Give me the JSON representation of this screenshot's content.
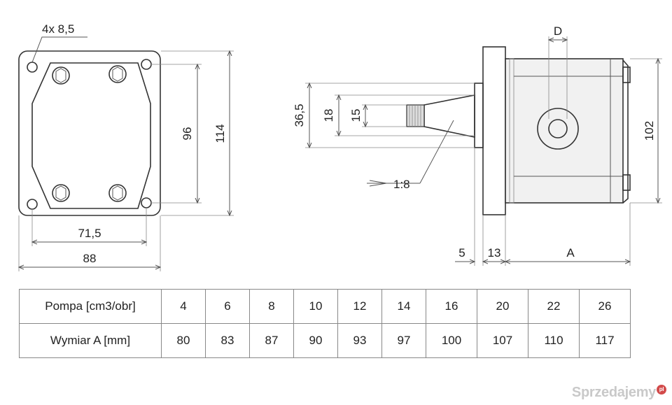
{
  "front_view": {
    "holes_label": "4x 8,5",
    "dim_96": "96",
    "dim_114": "114",
    "dim_71_5": "71,5",
    "dim_88": "88"
  },
  "side_view": {
    "dim_D": "D",
    "dim_36_5": "36,5",
    "dim_18": "18",
    "dim_15": "15",
    "taper": "1:8",
    "dim_102": "102",
    "dim_5": "5",
    "dim_13": "13",
    "dim_A": "A"
  },
  "table": {
    "row1_label": "Pompa [cm3/obr]",
    "row2_label": "Wymiar A [mm]",
    "row1": [
      "4",
      "6",
      "8",
      "10",
      "12",
      "14",
      "16",
      "20",
      "22",
      "26"
    ],
    "row2": [
      "80",
      "83",
      "87",
      "90",
      "93",
      "97",
      "100",
      "107",
      "110",
      "117"
    ]
  },
  "watermark": {
    "text": "Sprzedajemy",
    "badge": "pl"
  }
}
